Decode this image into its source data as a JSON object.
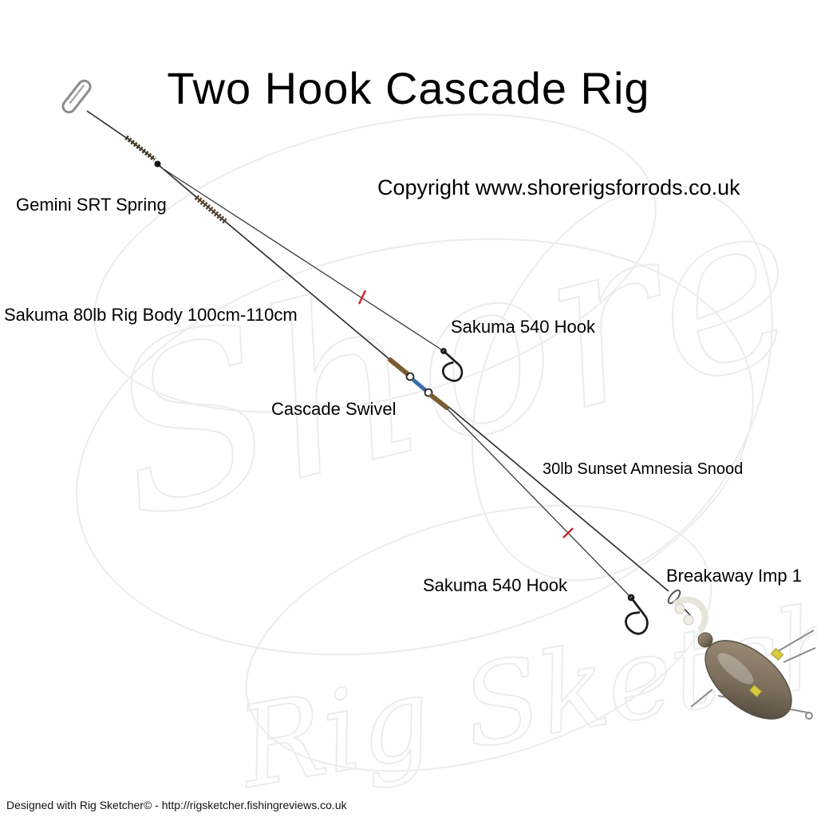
{
  "title": "Two Hook Cascade Rig",
  "copyright": "Copyright www.shorerigsforrods.co.uk",
  "watermark": {
    "upper": "Shore",
    "lower": "Rig Sketcher"
  },
  "labels": {
    "spring": "Gemini SRT Spring",
    "rig_body": "Sakuma 80lb Rig Body 100cm-110cm",
    "hook_top": "Sakuma 540 Hook",
    "swivel": "Cascade Swivel",
    "snood": "30lb Sunset Amnesia Snood",
    "hook_bottom": "Sakuma 540 Hook",
    "lead": "Breakaway Imp 1"
  },
  "footer": "Designed with Rig Sketcher© - http://rigsketcher.fishingreviews.co.uk",
  "colors": {
    "line": "#2b2b2b",
    "spring": "#5a4632",
    "crimp": "#7a5c33",
    "swivel_barrel": "#3a6ea8",
    "marker": "#cc2222",
    "bead_yellow": "#d9c93f",
    "watermark": "#ececec",
    "metal": "#8c8c8c"
  }
}
